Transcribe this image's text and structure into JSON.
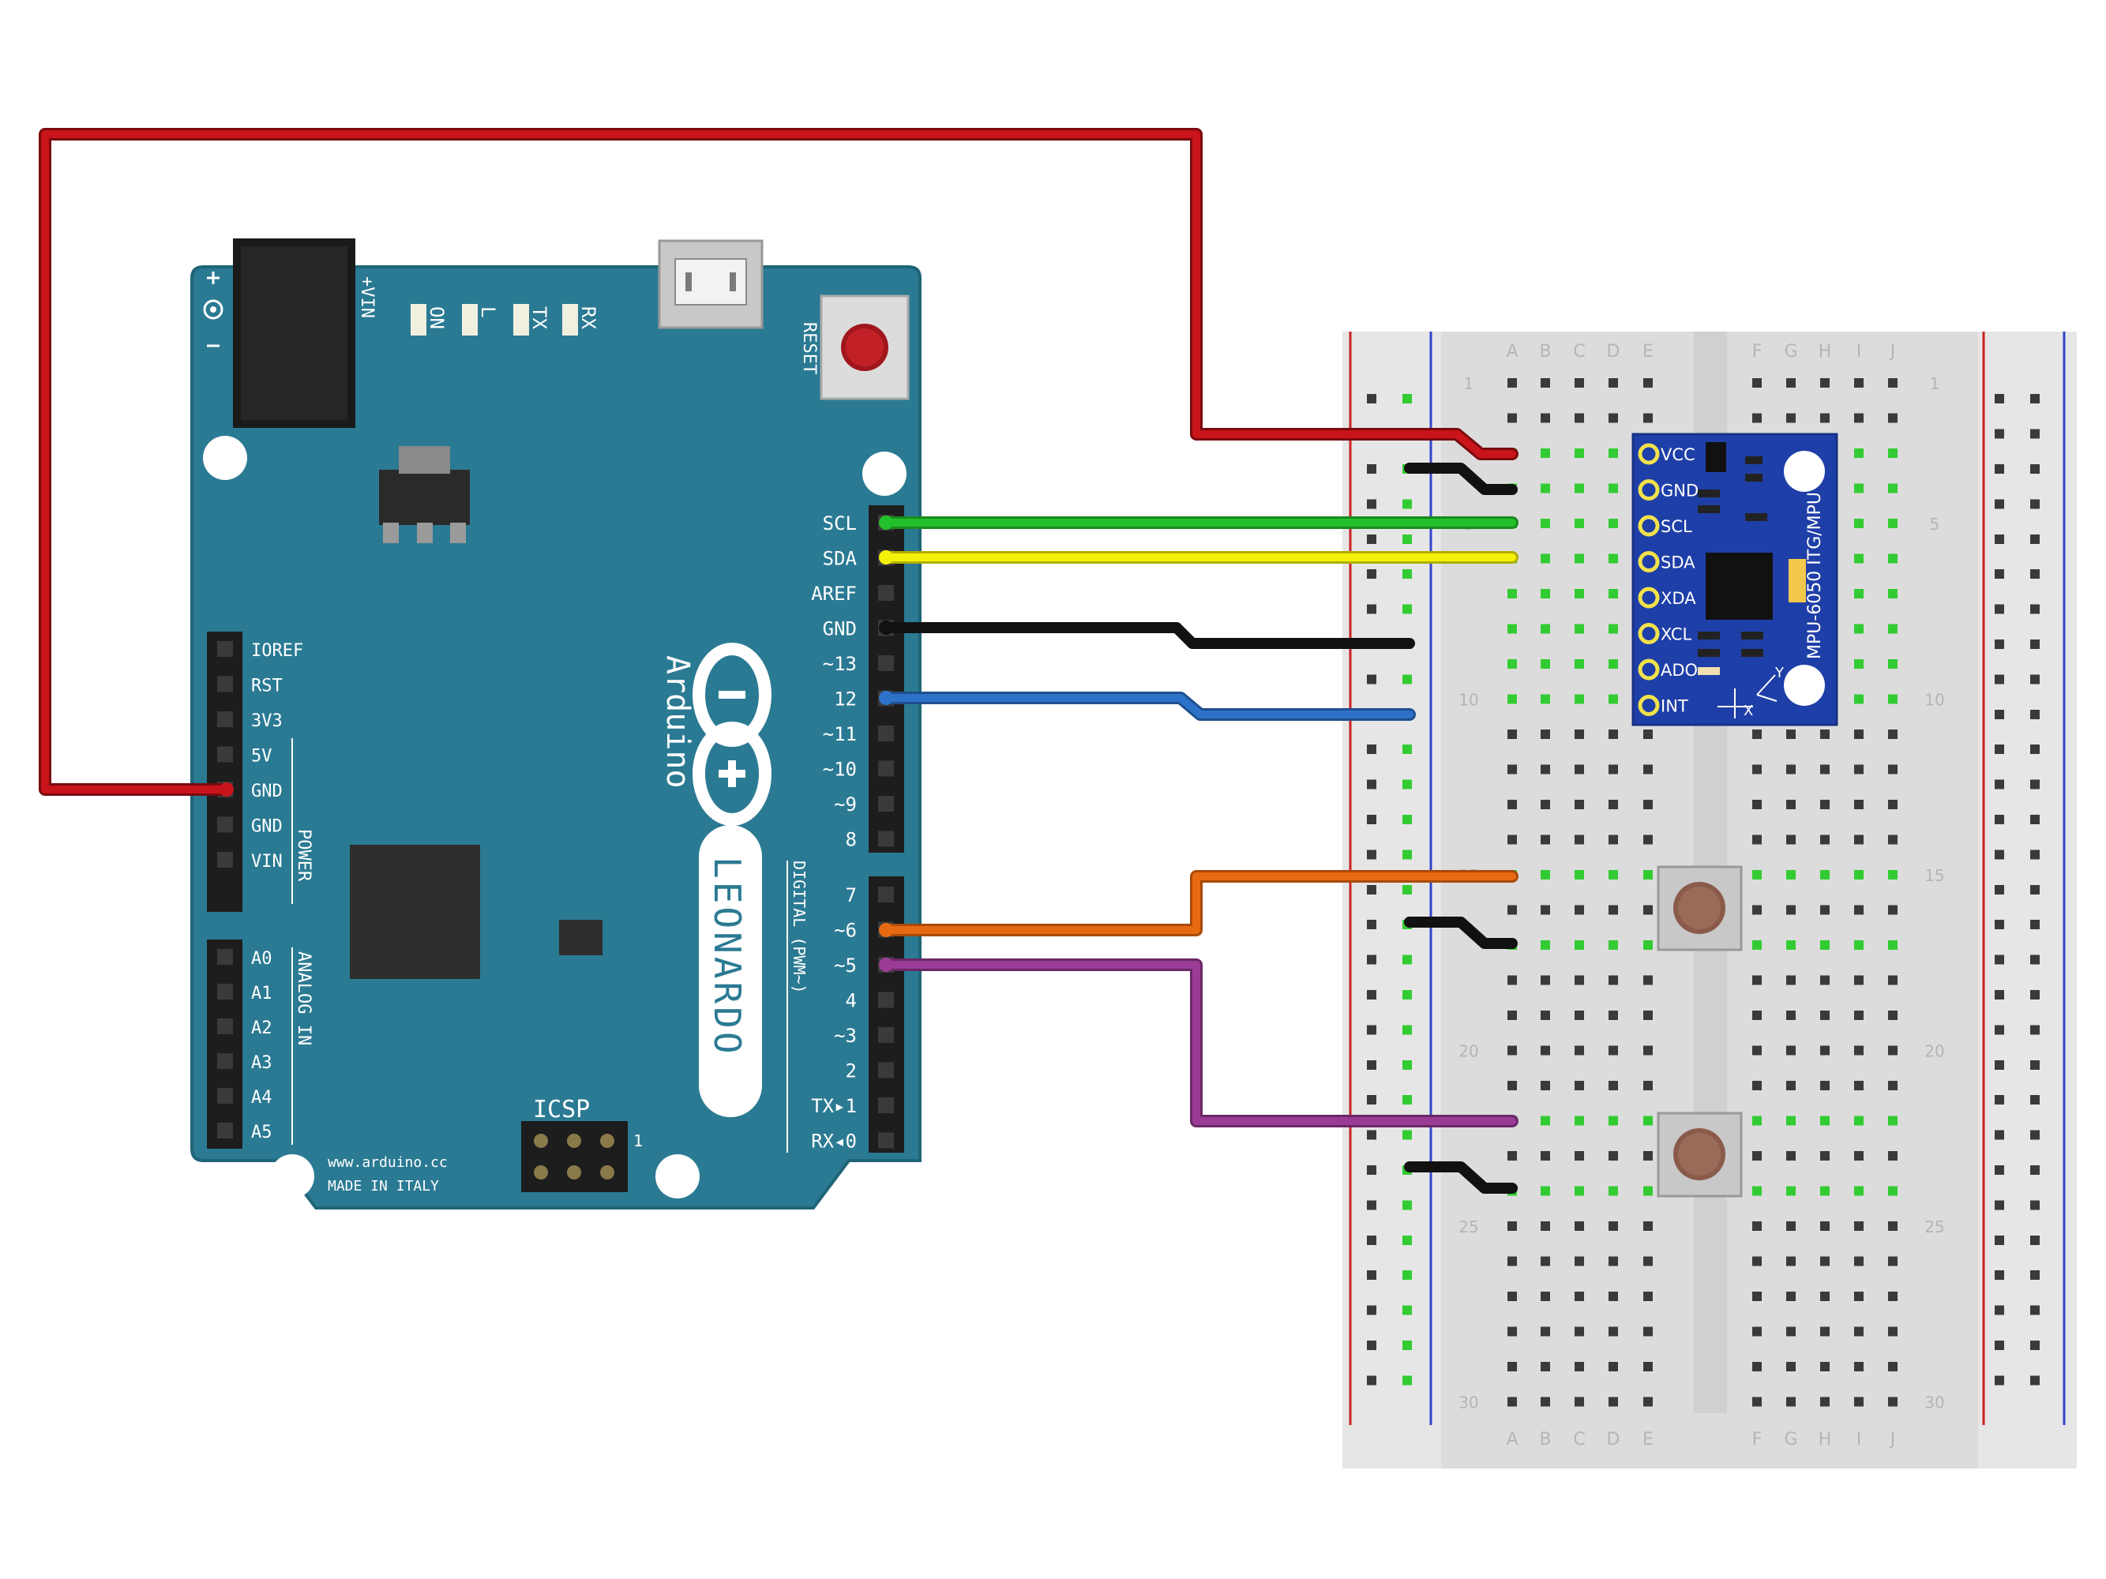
{
  "colors": {
    "board": "#2b7a93",
    "board_edge": "#1f6578",
    "wire_5v": "#c8141a",
    "wire_gnd": "#111111",
    "wire_scl": "#22c02a",
    "wire_sda": "#f4f20a",
    "wire_pin12": "#2d72c8",
    "wire_pin6": "#e66a12",
    "wire_pin5": "#9a3c96",
    "breadboard": "#e6e6e6",
    "rail_red": "#cc2222",
    "rail_blue": "#3344cc",
    "mpu_board": "#1f3fa8",
    "row_active": "#32cc32"
  },
  "arduino": {
    "logo_text": "Arduino",
    "model": "LEONARDO",
    "reset": "RESET",
    "vin": "+VIN",
    "led_on": "ON",
    "led_l": "L",
    "led_tx": "TX",
    "led_rx": "RX",
    "icsp": "ICSP",
    "icsp_pin": "1",
    "power_section": "POWER",
    "analog_section": "ANALOG IN",
    "digital_section": "DIGITAL (PWM~)",
    "website": "www.arduino.cc",
    "made_in": "MADE IN ITALY",
    "right_pins_top": [
      "SCL",
      "SDA",
      "AREF",
      "GND",
      "~13",
      "12",
      "~11",
      "~10",
      "~9",
      "8"
    ],
    "right_pins_bottom": [
      "7",
      "~6",
      "~5",
      "4",
      "~3",
      "2",
      "TX▸1",
      "RX◂0"
    ],
    "power_pins": [
      "IOREF",
      "RST",
      "3V3",
      "5V",
      "GND",
      "GND",
      "VIN"
    ],
    "analog_pins": [
      "A0",
      "A1",
      "A2",
      "A3",
      "A4",
      "A5"
    ]
  },
  "breadboard": {
    "columns_left": [
      "A",
      "B",
      "C",
      "D",
      "E"
    ],
    "columns_right": [
      "F",
      "G",
      "H",
      "I",
      "J"
    ],
    "row_numbers": [
      "1",
      "5",
      "10",
      "15",
      "20",
      "25",
      "30"
    ]
  },
  "mpu": {
    "pins": [
      "VCC",
      "GND",
      "SCL",
      "SDA",
      "XDA",
      "XCL",
      "ADO",
      "INT"
    ],
    "title": "MPU-6050 ITG/MPU",
    "axis_x": "X",
    "axis_y": "Y"
  }
}
